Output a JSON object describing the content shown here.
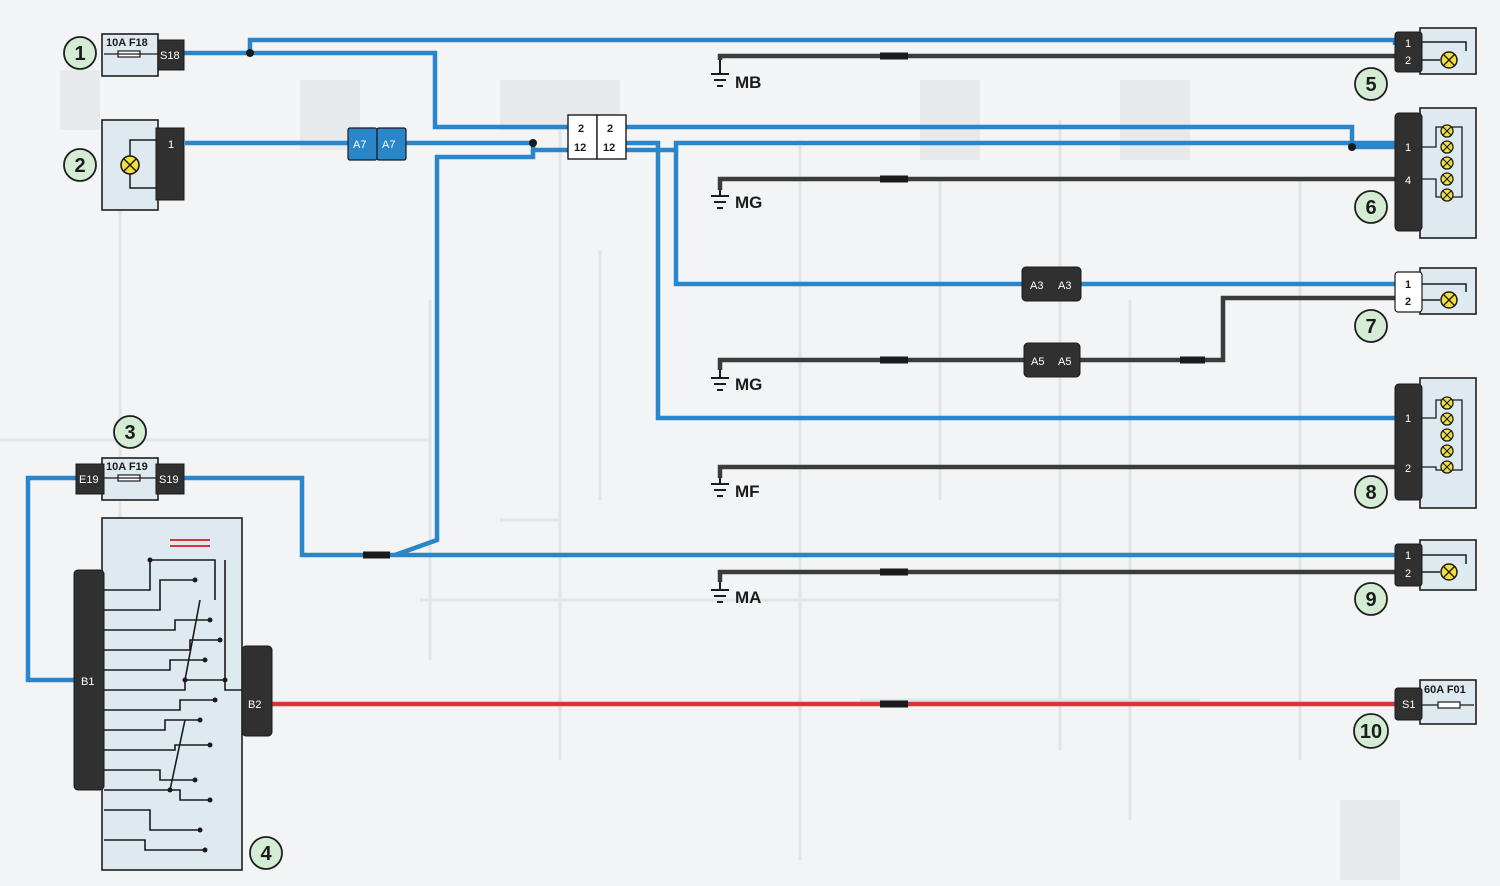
{
  "diagram": {
    "components": [
      {
        "id": "1",
        "fuse_rating": "10A F18",
        "pin": "S18"
      },
      {
        "id": "2",
        "pin": "1"
      },
      {
        "id": "3",
        "fuse_rating": "10A F19",
        "pin_left": "E19",
        "pin_right": "S19"
      },
      {
        "id": "4",
        "pin_left": "B1",
        "pin_right": "B2"
      },
      {
        "id": "5",
        "pins": [
          "1",
          "2"
        ]
      },
      {
        "id": "6",
        "pins": [
          "1",
          "4"
        ]
      },
      {
        "id": "7",
        "pins": [
          "1",
          "2"
        ]
      },
      {
        "id": "8",
        "pins": [
          "1",
          "2"
        ]
      },
      {
        "id": "9",
        "pins": [
          "1",
          "2"
        ]
      },
      {
        "id": "10",
        "fuse_rating": "60A F01",
        "pin": "S1"
      }
    ],
    "connectors": {
      "a7": {
        "left": "A7",
        "right": "A7"
      },
      "junction": {
        "left_top": "2",
        "left_bottom": "12",
        "right_top": "2",
        "right_bottom": "12"
      },
      "a3": {
        "left": "A3",
        "right": "A3"
      },
      "a5": {
        "left": "A5",
        "right": "A5"
      }
    },
    "grounds": [
      "MB",
      "MG",
      "MG",
      "MF",
      "MA"
    ],
    "colors": {
      "blue_wire": "#2a86c8",
      "dark_wire": "#3b3b3b",
      "red_wire": "#d8343a",
      "callout_fill": "#d4ecd4"
    }
  }
}
